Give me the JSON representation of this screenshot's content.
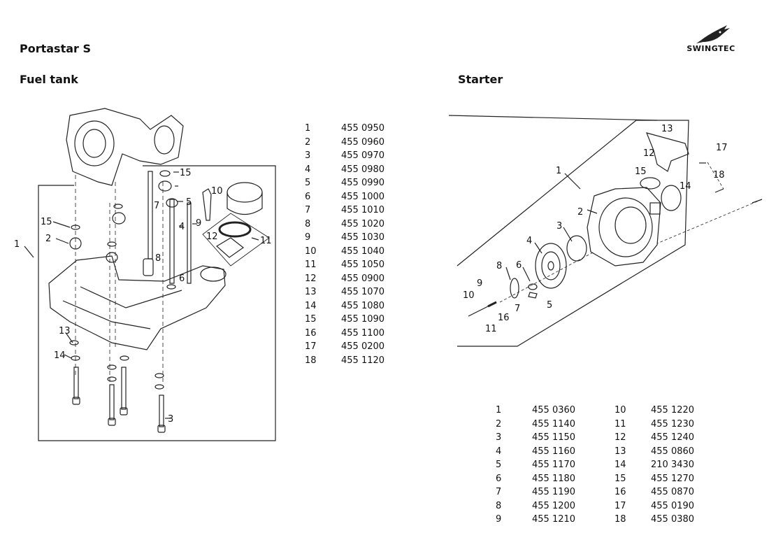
{
  "document": {
    "title": "Portastar S",
    "brand": "SWINGTEC"
  },
  "fuel_tank": {
    "title": "Fuel tank",
    "diagram_labels": [
      "1",
      "2",
      "3",
      "4",
      "5",
      "6",
      "7",
      "8",
      "9",
      "10",
      "11",
      "12",
      "13",
      "14",
      "15"
    ],
    "parts": [
      {
        "num": "1",
        "code": "455 0950"
      },
      {
        "num": "2",
        "code": "455 0960"
      },
      {
        "num": "3",
        "code": "455 0970"
      },
      {
        "num": "4",
        "code": "455 0980"
      },
      {
        "num": "5",
        "code": "455 0990"
      },
      {
        "num": "6",
        "code": "455 1000"
      },
      {
        "num": "7",
        "code": "455 1010"
      },
      {
        "num": "8",
        "code": "455 1020"
      },
      {
        "num": "9",
        "code": "455 1030"
      },
      {
        "num": "10",
        "code": "455 1040"
      },
      {
        "num": "11",
        "code": "455 1050"
      },
      {
        "num": "12",
        "code": "455 0900"
      },
      {
        "num": "13",
        "code": "455 1070"
      },
      {
        "num": "14",
        "code": "455 1080"
      },
      {
        "num": "15",
        "code": "455 1090"
      },
      {
        "num": "16",
        "code": "455 1100"
      },
      {
        "num": "17",
        "code": "455 0200"
      },
      {
        "num": "18",
        "code": "455 1120"
      }
    ]
  },
  "starter": {
    "title": "Starter",
    "diagram_labels": [
      "1",
      "2",
      "3",
      "4",
      "5",
      "6",
      "7",
      "8",
      "9",
      "10",
      "11",
      "12",
      "13",
      "14",
      "15",
      "16",
      "17",
      "18"
    ],
    "parts_left": [
      {
        "num": "1",
        "code": "455 0360"
      },
      {
        "num": "2",
        "code": "455 1140"
      },
      {
        "num": "3",
        "code": "455 1150"
      },
      {
        "num": "4",
        "code": "455 1160"
      },
      {
        "num": "5",
        "code": "455 1170"
      },
      {
        "num": "6",
        "code": "455 1180"
      },
      {
        "num": "7",
        "code": "455 1190"
      },
      {
        "num": "8",
        "code": "455 1200"
      },
      {
        "num": "9",
        "code": "455 1210"
      }
    ],
    "parts_right": [
      {
        "num": "10",
        "code": "455 1220"
      },
      {
        "num": "11",
        "code": "455 1230"
      },
      {
        "num": "12",
        "code": "455 1240"
      },
      {
        "num": "13",
        "code": "455 0860"
      },
      {
        "num": "14",
        "code": "210 3430"
      },
      {
        "num": "15",
        "code": "455 1270"
      },
      {
        "num": "16",
        "code": "455 0870"
      },
      {
        "num": "17",
        "code": "455 0190"
      },
      {
        "num": "18",
        "code": "455 0380"
      }
    ]
  }
}
